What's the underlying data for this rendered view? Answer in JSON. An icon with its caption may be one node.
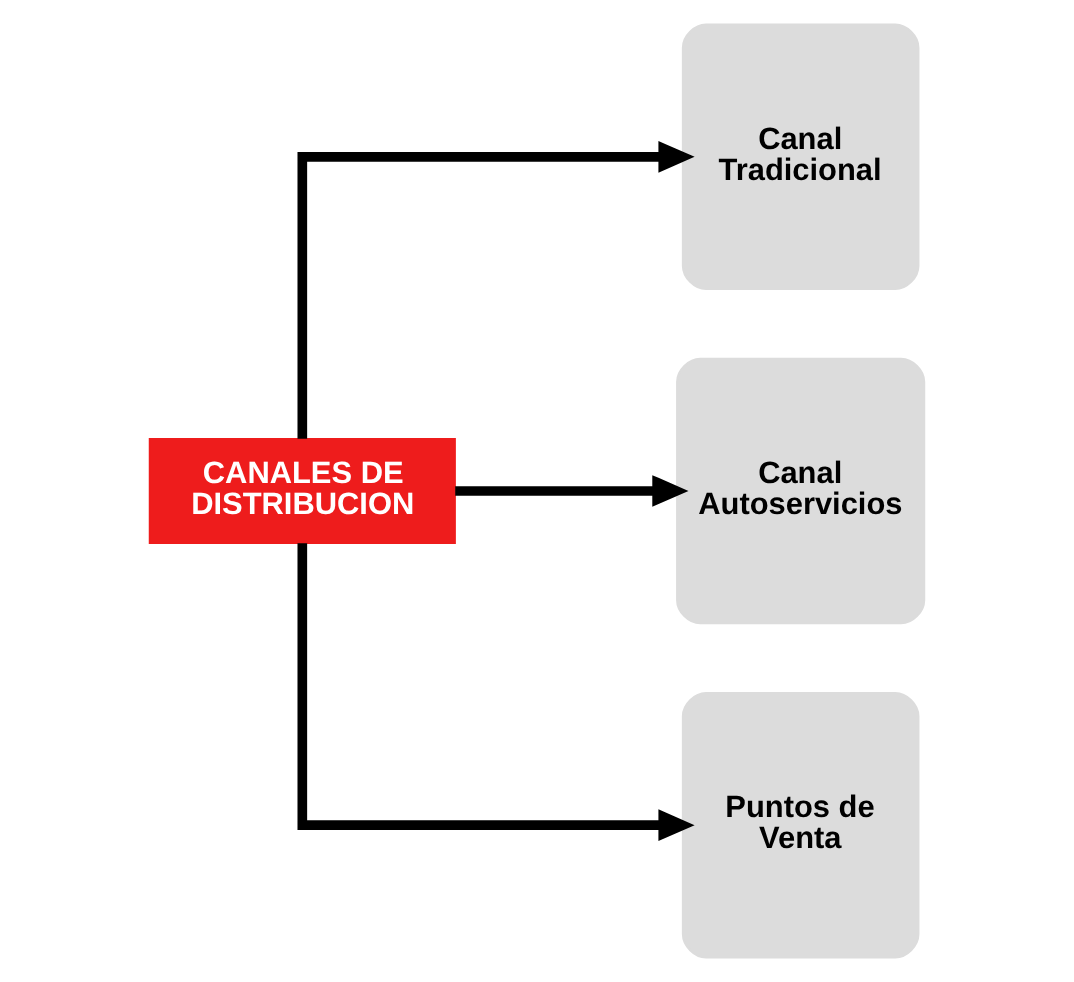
{
  "diagram": {
    "nodes": [
      {
        "text": [
          "CANALES DE DISTRIBUCION"
        ]
      },
      {
        "text": [
          "Canal Tradicional"
        ]
      },
      {
        "text": [
          "Canal Autoservicios"
        ]
      },
      {
        "text": [
          "Puntos de Venta"
        ]
      }
    ],
    "edges": [
      {
        "from": 0,
        "to": 1,
        "arrow": "to"
      },
      {
        "from": 0,
        "to": 2,
        "arrow": "to"
      },
      {
        "from": 0,
        "to": 3,
        "arrow": "to"
      }
    ]
  }
}
